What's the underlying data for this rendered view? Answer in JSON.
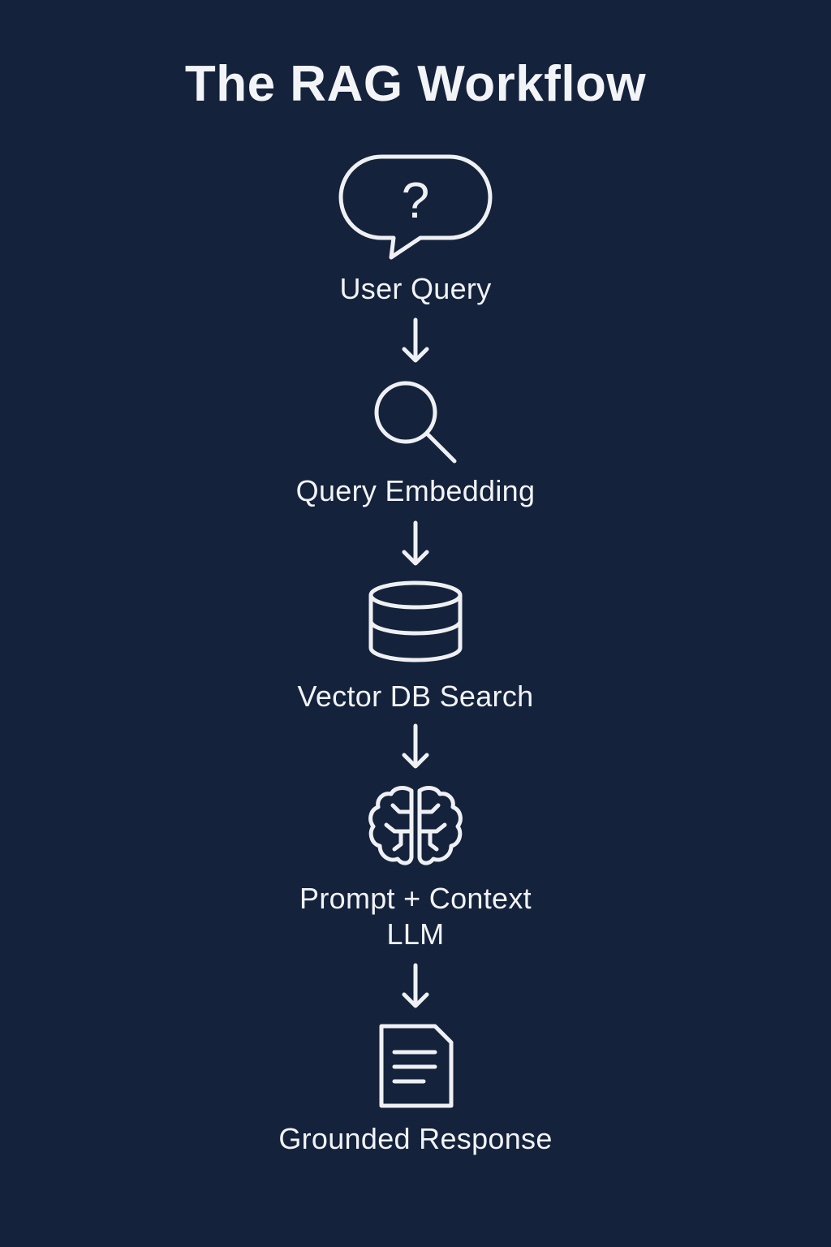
{
  "diagram": {
    "title": "The RAG Workflow",
    "steps": [
      {
        "label": "User Query",
        "icon": "speech-bubble-question-icon",
        "glyph": "?"
      },
      {
        "label": "Query Embedding",
        "icon": "magnifying-glass-icon"
      },
      {
        "label": "Vector DB Search",
        "icon": "database-icon"
      },
      {
        "label_line1": "Prompt + Context",
        "label_line2": "LLM",
        "icon": "brain-icon"
      },
      {
        "label": "Grounded Response",
        "icon": "document-icon"
      }
    ],
    "colors": {
      "background": "#14223b",
      "foreground": "#f1f3f6"
    }
  }
}
